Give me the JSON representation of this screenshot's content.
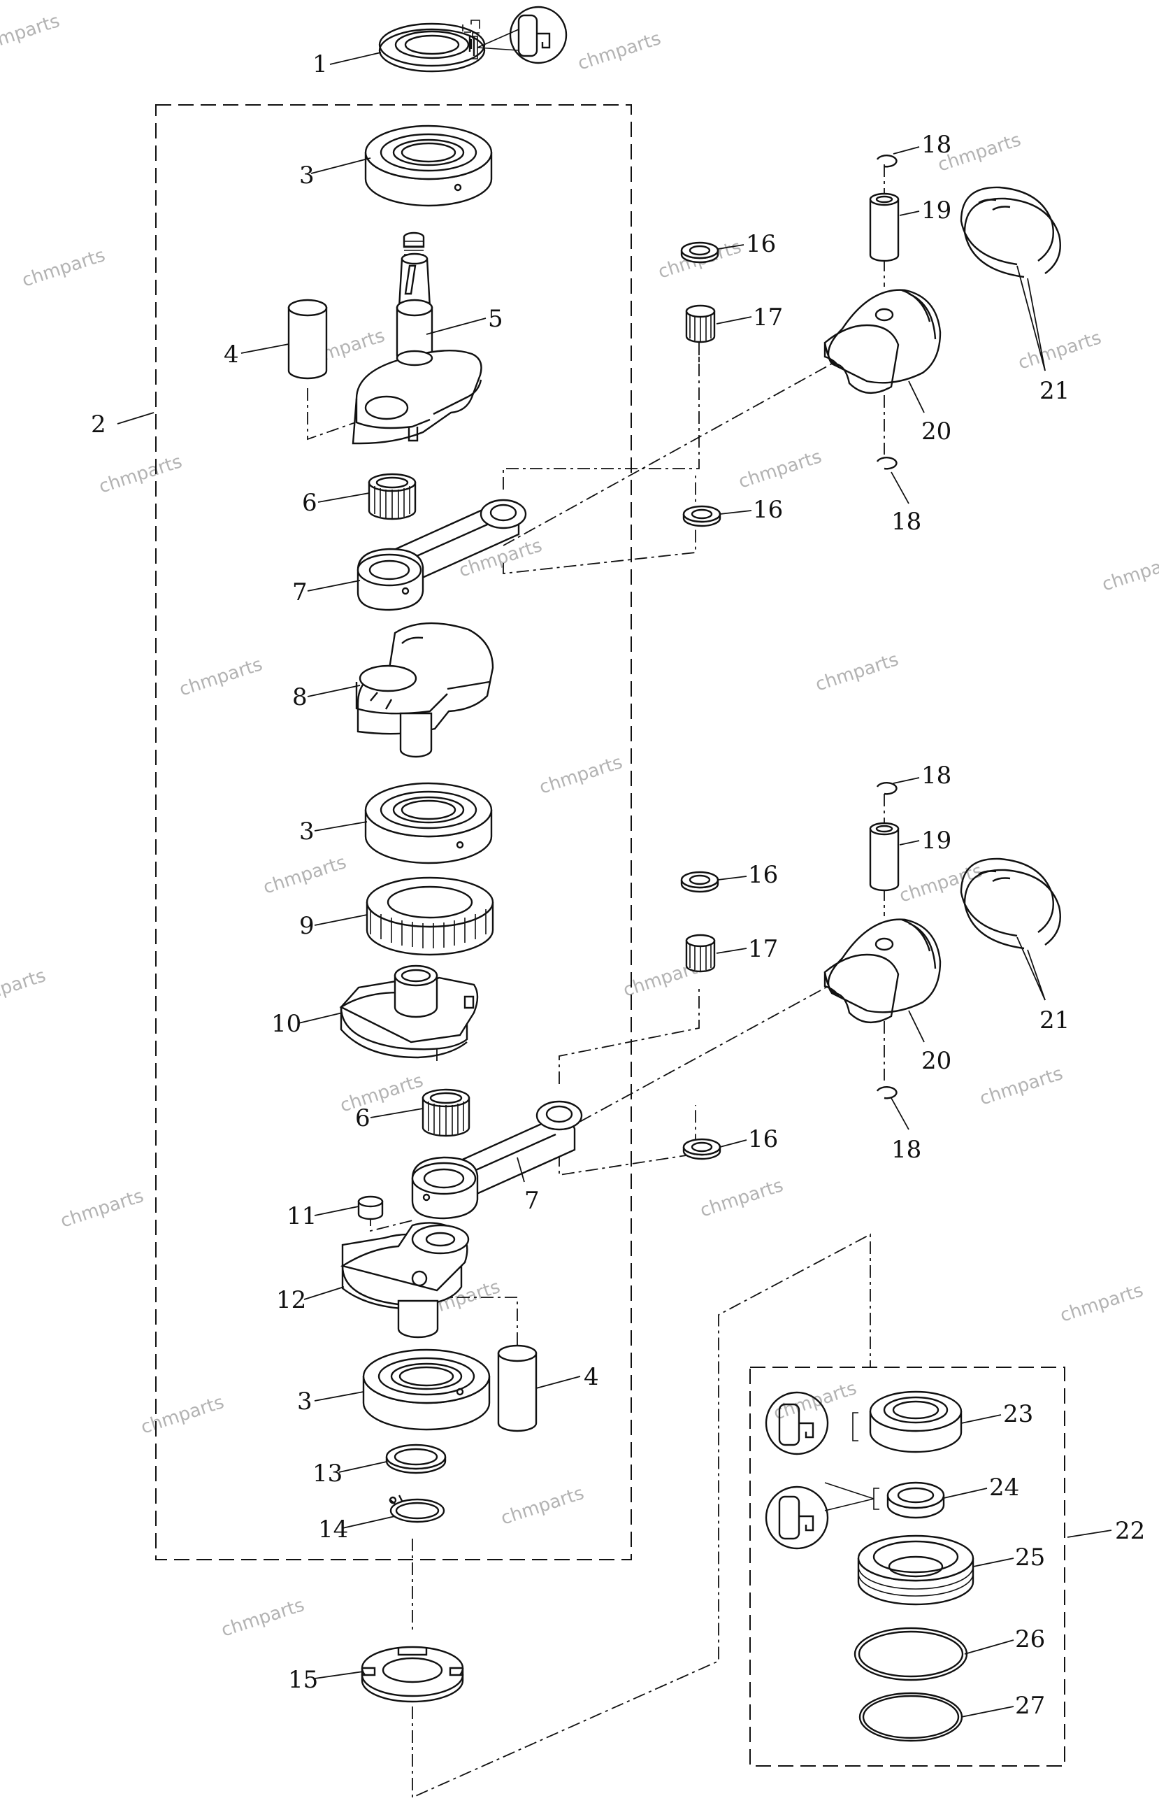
{
  "watermark": "chmparts",
  "callouts": {
    "c1": "1",
    "c2": "2",
    "c3a": "3",
    "c3b": "3",
    "c3c": "3",
    "c4a": "4",
    "c4b": "4",
    "c5": "5",
    "c6a": "6",
    "c6b": "6",
    "c7a": "7",
    "c7b": "7",
    "c8": "8",
    "c9": "9",
    "c10": "10",
    "c11": "11",
    "c12": "12",
    "c13": "13",
    "c14": "14",
    "c15": "15",
    "c16a": "16",
    "c16b": "16",
    "c16c": "16",
    "c16d": "16",
    "c17a": "17",
    "c17b": "17",
    "c18a": "18",
    "c18b": "18",
    "c18c": "18",
    "c18d": "18",
    "c19a": "19",
    "c19b": "19",
    "c20a": "20",
    "c20b": "20",
    "c21a": "21",
    "c21b": "21",
    "c22": "22",
    "c23": "23",
    "c24": "24",
    "c25": "25",
    "c26": "26",
    "c27": "27"
  }
}
